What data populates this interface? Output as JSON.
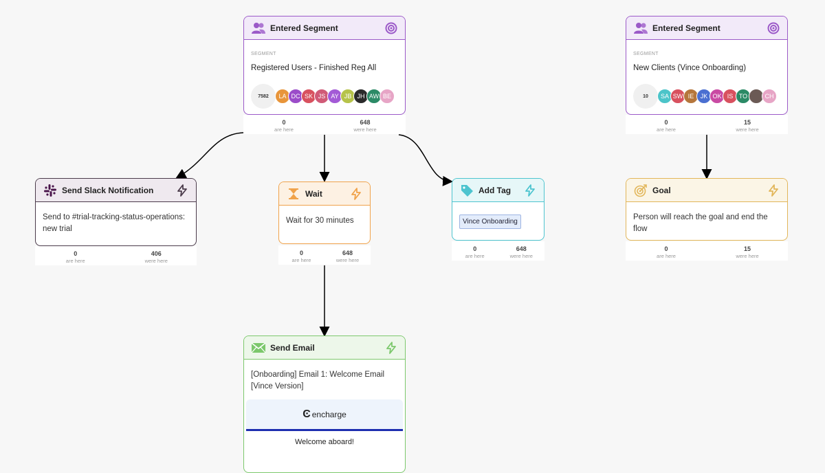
{
  "colors": {
    "segment": "#9b59c8",
    "slack": "#4a3a4a",
    "wait": "#f0a24a",
    "tag": "#4dc4cf",
    "goal": "#e2b659",
    "email": "#7cc86c"
  },
  "segment1": {
    "title": "Entered Segment",
    "icon": "users-icon",
    "right_icon": "target-icon",
    "label": "SEGMENT",
    "name": "Registered Users - Finished Reg All",
    "count": "7582",
    "avatars": [
      "LA",
      "DC",
      "SK",
      "JS",
      "AY",
      "JB",
      "JH",
      "AW",
      "BE"
    ],
    "stats": {
      "here": "0",
      "here_label": "are here",
      "were": "648",
      "were_label": "were here"
    }
  },
  "segment2": {
    "title": "Entered Segment",
    "icon": "users-icon",
    "right_icon": "target-icon",
    "label": "SEGMENT",
    "name": "New Clients (Vince Onboarding)",
    "count": "10",
    "avatars": [
      "SA",
      "SW",
      "IE",
      "JK",
      "OK",
      "IS",
      "TO",
      "",
      "CH"
    ],
    "stats": {
      "here": "0",
      "here_label": "are here",
      "were": "15",
      "were_label": "were here"
    }
  },
  "slack": {
    "title": "Send Slack Notification",
    "icon": "slack-icon",
    "right_icon": "lightning-icon",
    "text": "Send to #trial-tracking-status-operations: new trial",
    "stats": {
      "here": "0",
      "here_label": "are here",
      "were": "406",
      "were_label": "were here"
    }
  },
  "wait": {
    "title": "Wait",
    "icon": "hourglass-icon",
    "right_icon": "lightning-icon",
    "text": "Wait for 30 minutes",
    "stats": {
      "here": "0",
      "here_label": "are here",
      "were": "648",
      "were_label": "were here"
    }
  },
  "tag": {
    "title": "Add Tag",
    "icon": "tag-icon",
    "right_icon": "lightning-icon",
    "chip": "Vince Onboarding",
    "stats": {
      "here": "0",
      "here_label": "are here",
      "were": "648",
      "were_label": "were here"
    }
  },
  "goal": {
    "title": "Goal",
    "icon": "goal-target-icon",
    "right_icon": "lightning-icon",
    "text": "Person will reach the goal and end the flow",
    "stats": {
      "here": "0",
      "here_label": "are here",
      "were": "15",
      "were_label": "were here"
    }
  },
  "email": {
    "title": "Send Email",
    "icon": "envelope-icon",
    "right_icon": "lightning-icon",
    "subject": "[Onboarding] Email 1: Welcome Email [Vince Version]",
    "brand": "encharge",
    "welcome": "Welcome aboard!"
  }
}
